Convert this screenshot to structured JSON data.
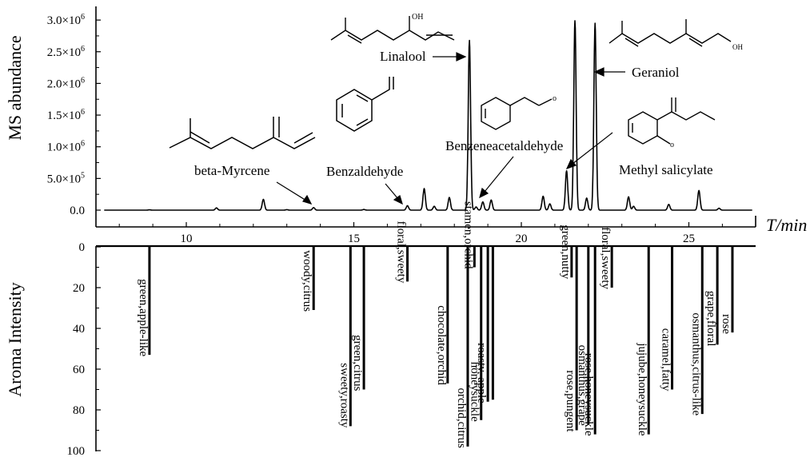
{
  "chart_data": [
    {
      "type": "line",
      "ylabel": "MS abundance",
      "xlabel": "T/min",
      "xlim": [
        7.5,
        27
      ],
      "ylim": [
        -100000,
        3200000
      ],
      "y_ticks": [
        {
          "value": 0,
          "label": "0.0"
        },
        {
          "value": 500000,
          "label": "5.0×10",
          "exp": "5"
        },
        {
          "value": 1000000,
          "label": "1.0×10",
          "exp": "6"
        },
        {
          "value": 1500000,
          "label": "1.5×10",
          "exp": "6"
        },
        {
          "value": 2000000,
          "label": "2.0×10",
          "exp": "6"
        },
        {
          "value": 2500000,
          "label": "2.5×10",
          "exp": "6"
        },
        {
          "value": 3000000,
          "label": "3.0×10",
          "exp": "6"
        }
      ],
      "x_ticks": [
        {
          "value": 10,
          "label": "10"
        },
        {
          "value": 15,
          "label": "15"
        },
        {
          "value": 20,
          "label": "20"
        },
        {
          "value": 25,
          "label": "25"
        }
      ],
      "peaks": [
        {
          "t": 8.9,
          "h": 5000
        },
        {
          "t": 10.9,
          "h": 35000
        },
        {
          "t": 12.3,
          "h": 170000
        },
        {
          "t": 13.0,
          "h": 8000
        },
        {
          "t": 13.8,
          "h": 40000
        },
        {
          "t": 15.3,
          "h": 10000
        },
        {
          "t": 16.6,
          "h": 70000
        },
        {
          "t": 17.1,
          "h": 340000
        },
        {
          "t": 17.4,
          "h": 60000
        },
        {
          "t": 17.85,
          "h": 200000
        },
        {
          "t": 18.45,
          "h": 2680000
        },
        {
          "t": 18.65,
          "h": 50000
        },
        {
          "t": 18.85,
          "h": 130000
        },
        {
          "t": 19.1,
          "h": 160000
        },
        {
          "t": 20.65,
          "h": 220000
        },
        {
          "t": 20.85,
          "h": 100000
        },
        {
          "t": 21.35,
          "h": 620000
        },
        {
          "t": 21.6,
          "h": 2990000
        },
        {
          "t": 21.95,
          "h": 190000
        },
        {
          "t": 22.2,
          "h": 2950000
        },
        {
          "t": 23.2,
          "h": 210000
        },
        {
          "t": 23.35,
          "h": 60000
        },
        {
          "t": 24.4,
          "h": 90000
        },
        {
          "t": 25.3,
          "h": 310000
        },
        {
          "t": 25.9,
          "h": 30000
        }
      ],
      "annotations": [
        {
          "text": "beta-Myrcene",
          "target_t": 13.8
        },
        {
          "text": "Benzaldehyde",
          "target_t": 16.6
        },
        {
          "text": "Linalool",
          "target_t": 18.45
        },
        {
          "text": "Benzeneacetaldehyde",
          "target_t": 18.85
        },
        {
          "text": "Geraniol",
          "target_t": 22.2
        },
        {
          "text": "Methyl salicylate",
          "target_t": 21.35
        }
      ]
    },
    {
      "type": "bar",
      "ylabel": "Aroma Intensity",
      "ylim": [
        0,
        100
      ],
      "y_ticks": [
        "0",
        "20",
        "40",
        "60",
        "80",
        "100"
      ],
      "bars": [
        {
          "t": 8.9,
          "value": 53,
          "label": "green,apple-like"
        },
        {
          "t": 13.8,
          "value": 31,
          "label": "woody,citrus"
        },
        {
          "t": 14.9,
          "value": 88,
          "label": "sweety,roasty"
        },
        {
          "t": 15.3,
          "value": 70,
          "label": "green,citrus"
        },
        {
          "t": 16.6,
          "value": 17,
          "label": "floral,sweety"
        },
        {
          "t": 17.8,
          "value": 67,
          "label": "chocolate,orchid"
        },
        {
          "t": 18.4,
          "value": 98,
          "label": "orchid,citrus"
        },
        {
          "t": 18.6,
          "value": 10,
          "label": "stamen,orchid"
        },
        {
          "t": 18.8,
          "value": 85,
          "label": "honeysuckle"
        },
        {
          "t": 19.0,
          "value": 76,
          "label": "roasty, apple"
        },
        {
          "t": 19.15,
          "value": 75,
          "label": ""
        },
        {
          "t": 21.5,
          "value": 15,
          "label": "green,nutty"
        },
        {
          "t": 21.65,
          "value": 90,
          "label": "rose,pungent"
        },
        {
          "t": 22.0,
          "value": 87,
          "label": "osmanthus,grape"
        },
        {
          "t": 22.2,
          "value": 92,
          "label": "rose,honeysuckle"
        },
        {
          "t": 22.7,
          "value": 20,
          "label": "floral,sweety"
        },
        {
          "t": 23.8,
          "value": 92,
          "label": "jujube,honeysuckle"
        },
        {
          "t": 24.5,
          "value": 70,
          "label": "caramel,fatty"
        },
        {
          "t": 25.4,
          "value": 82,
          "label": "osmanthus,citrus-like"
        },
        {
          "t": 25.85,
          "value": 48,
          "label": "grape,floral"
        },
        {
          "t": 26.3,
          "value": 42,
          "label": "rose"
        }
      ]
    }
  ]
}
